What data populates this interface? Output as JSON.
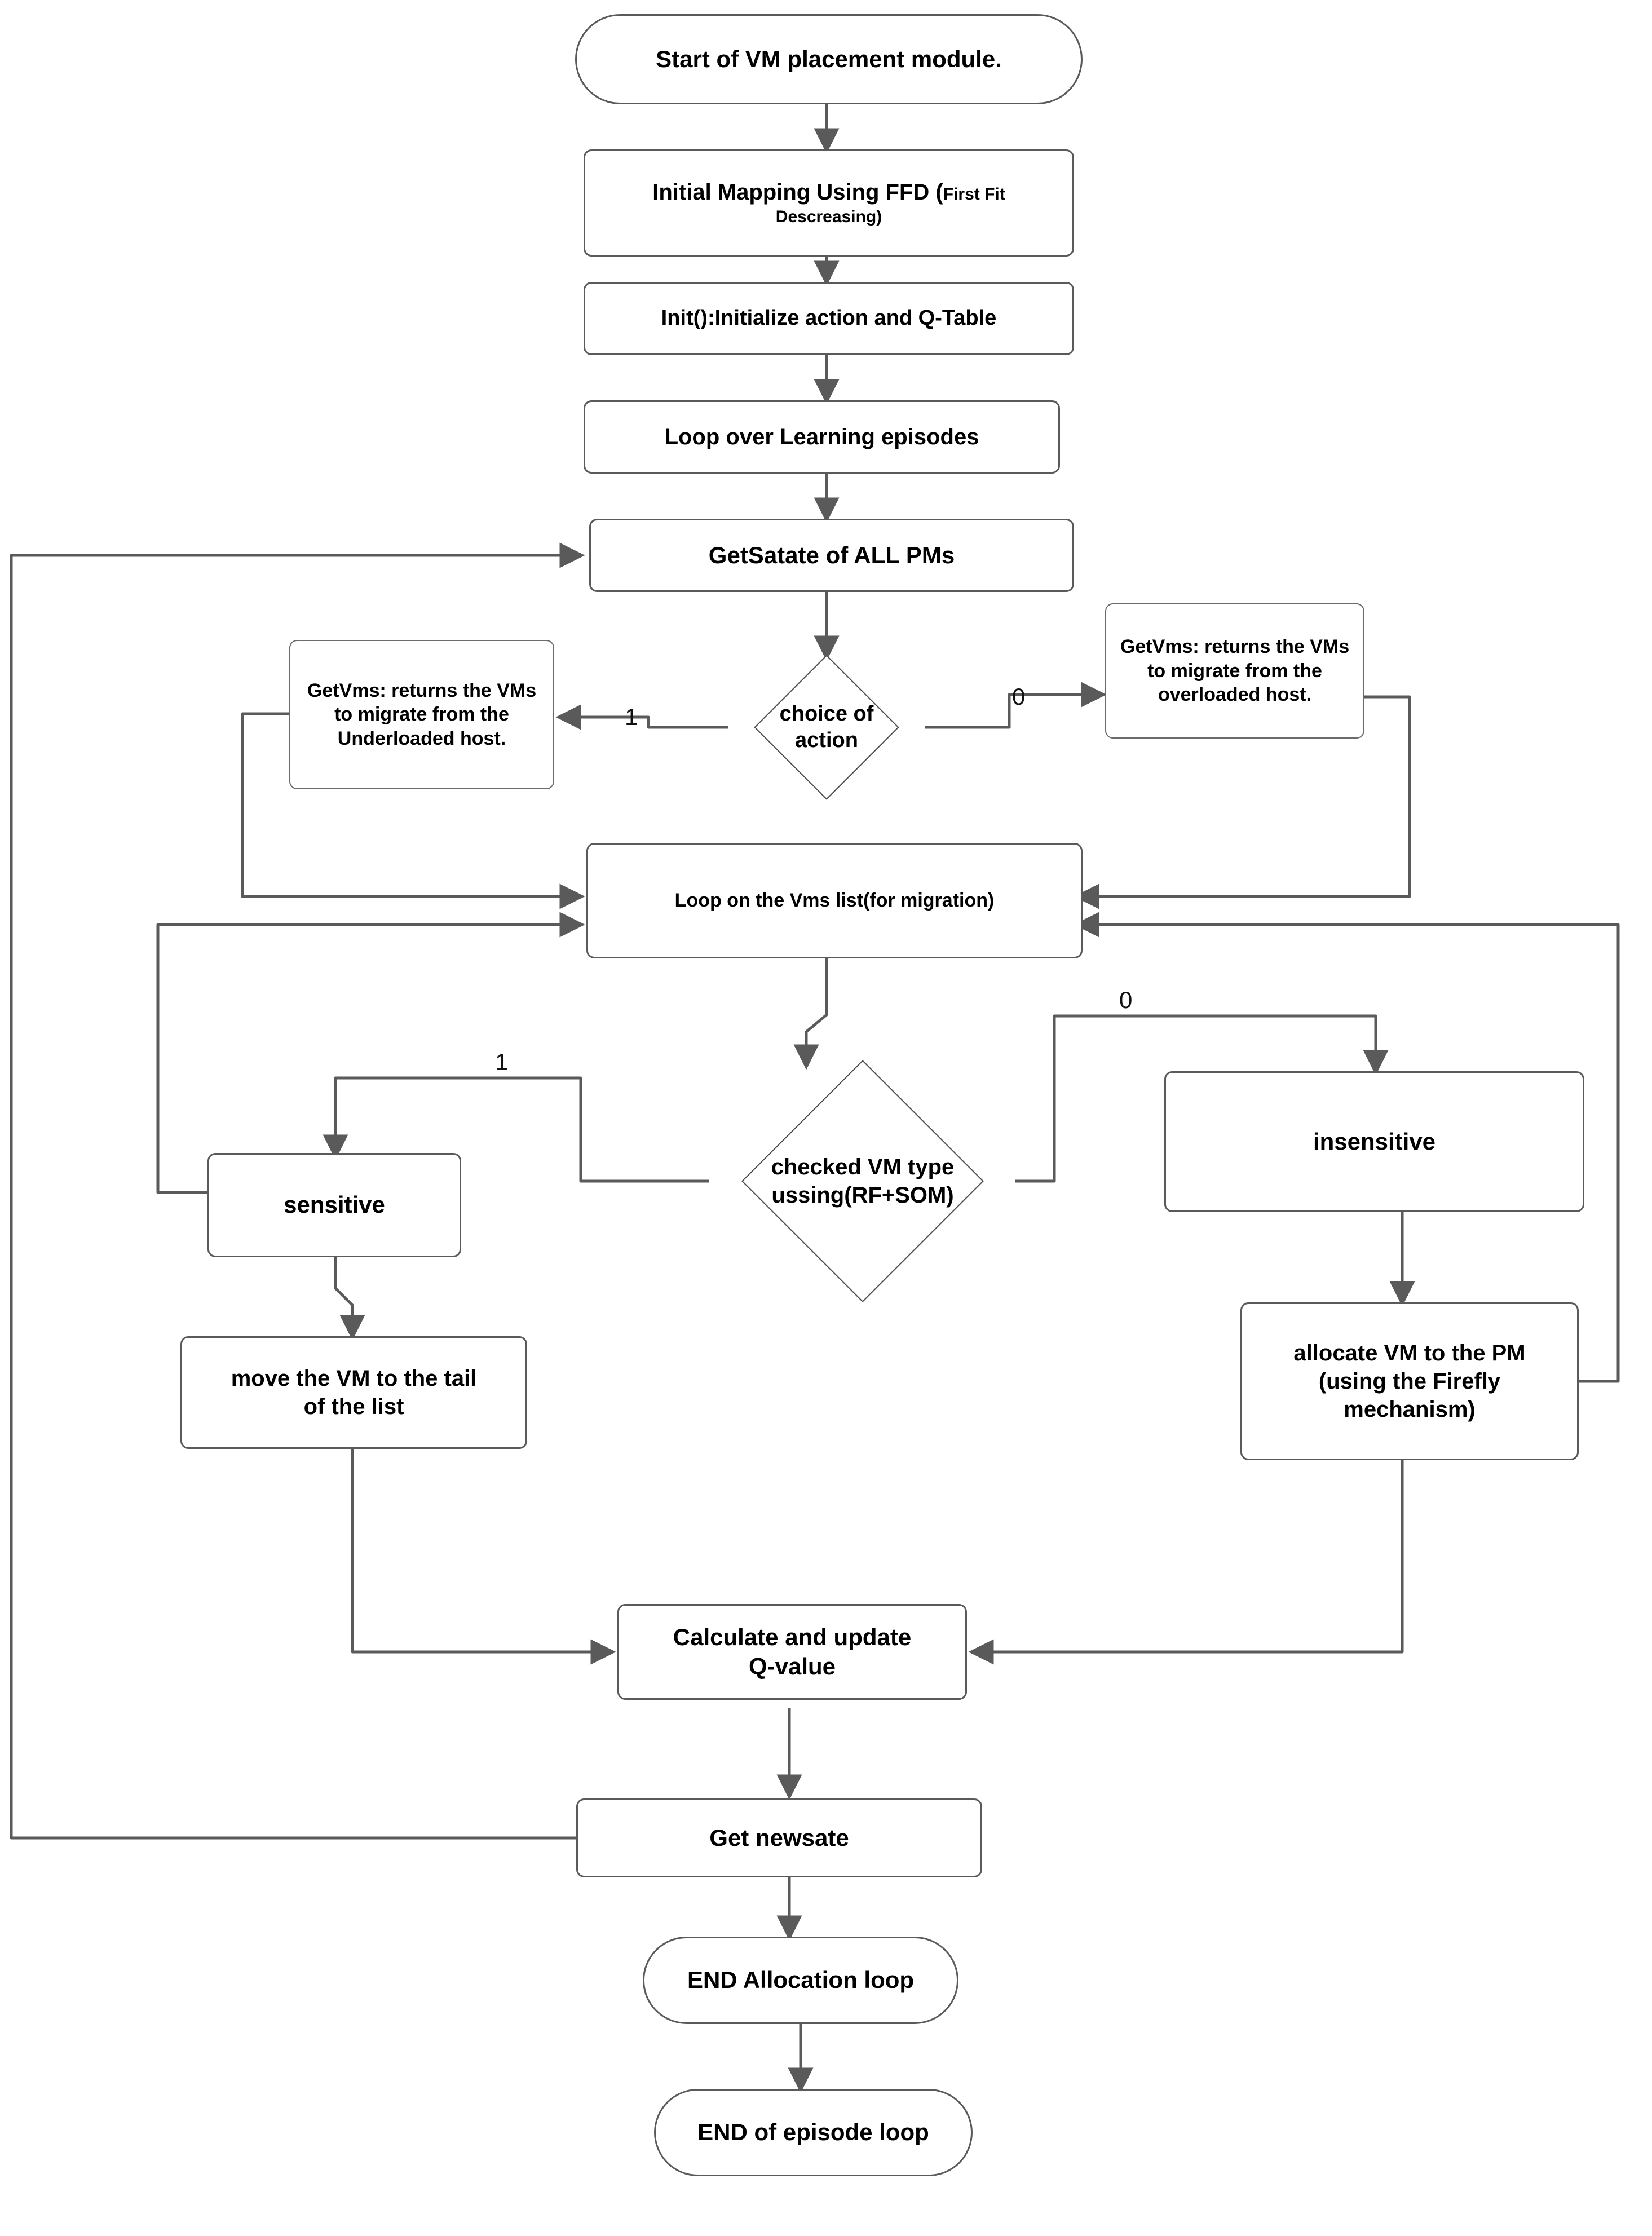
{
  "diagram": {
    "title": "VM placement module flowchart",
    "colors": {
      "node_border": "#5a5a5a",
      "node_fill": "#ffffff",
      "edge_stroke": "#5a5a5a",
      "text": "#000000",
      "background": "#ffffff"
    },
    "nodes": [
      {
        "id": "start",
        "shape": "terminator",
        "label": "Start of VM placement module."
      },
      {
        "id": "ffd",
        "shape": "process",
        "label_main": "Initial Mapping Using FFD (",
        "label_sub": "First Fit",
        "label_sub2": "Descreasing)"
      },
      {
        "id": "init",
        "shape": "process",
        "label": "Init():Initialize action and Q-Table"
      },
      {
        "id": "loop_ep",
        "shape": "process",
        "label": "Loop over Learning episodes"
      },
      {
        "id": "getstate",
        "shape": "process",
        "label": "GetSatate of ALL PMs"
      },
      {
        "id": "choice",
        "shape": "decision",
        "label_line1": "choice of",
        "label_line2": "action"
      },
      {
        "id": "getvms_under",
        "shape": "process",
        "label": "GetVms: returns the VMs to migrate from the Underloaded host."
      },
      {
        "id": "getvms_over",
        "shape": "process",
        "label": "GetVms: returns the VMs to migrate from the overloaded host."
      },
      {
        "id": "loop_vms",
        "shape": "process",
        "label": "Loop on the Vms list(for migration)"
      },
      {
        "id": "check_type",
        "shape": "decision",
        "label_line1": "checked VM type",
        "label_line2": "ussing(RF+SOM)"
      },
      {
        "id": "sensitive",
        "shape": "process",
        "label": "sensitive"
      },
      {
        "id": "insensitive",
        "shape": "process",
        "label": "insensitive"
      },
      {
        "id": "move_tail",
        "shape": "process",
        "label_line1": "move the VM to the tail",
        "label_line2": "of the list"
      },
      {
        "id": "allocate",
        "shape": "process",
        "label_line1": "allocate VM to the  PM",
        "label_line2": "(using the Firefly",
        "label_line3": "mechanism)"
      },
      {
        "id": "qvalue",
        "shape": "process",
        "label_line1": "Calculate and update",
        "label_line2": "Q-value"
      },
      {
        "id": "newstate",
        "shape": "process",
        "label": "Get newsate"
      },
      {
        "id": "end_alloc",
        "shape": "terminator",
        "label": "END Allocation loop"
      },
      {
        "id": "end_episode",
        "shape": "terminator",
        "label": "END of episode loop"
      }
    ],
    "edge_labels": {
      "choice_one": "1",
      "choice_zero": "0",
      "type_one": "1",
      "type_zero": "0"
    },
    "edges": [
      {
        "from": "start",
        "to": "ffd",
        "label": ""
      },
      {
        "from": "ffd",
        "to": "init",
        "label": ""
      },
      {
        "from": "init",
        "to": "loop_ep",
        "label": ""
      },
      {
        "from": "loop_ep",
        "to": "getstate",
        "label": ""
      },
      {
        "from": "getstate",
        "to": "choice",
        "label": ""
      },
      {
        "from": "choice",
        "to": "getvms_under",
        "label": "1"
      },
      {
        "from": "choice",
        "to": "getvms_over",
        "label": "0"
      },
      {
        "from": "getvms_under",
        "to": "loop_vms",
        "label": ""
      },
      {
        "from": "getvms_over",
        "to": "loop_vms",
        "label": ""
      },
      {
        "from": "loop_vms",
        "to": "check_type",
        "label": ""
      },
      {
        "from": "check_type",
        "to": "sensitive",
        "label": "1"
      },
      {
        "from": "check_type",
        "to": "insensitive",
        "label": "0"
      },
      {
        "from": "sensitive",
        "to": "loop_vms",
        "label": ""
      },
      {
        "from": "sensitive",
        "to": "move_tail",
        "label": ""
      },
      {
        "from": "insensitive",
        "to": "allocate",
        "label": ""
      },
      {
        "from": "allocate",
        "to": "loop_vms",
        "label": ""
      },
      {
        "from": "move_tail",
        "to": "qvalue",
        "label": ""
      },
      {
        "from": "allocate",
        "to": "qvalue",
        "label": ""
      },
      {
        "from": "qvalue",
        "to": "newstate",
        "label": ""
      },
      {
        "from": "newstate",
        "to": "getstate",
        "label": ""
      },
      {
        "from": "newstate",
        "to": "end_alloc",
        "label": ""
      },
      {
        "from": "end_alloc",
        "to": "end_episode",
        "label": ""
      }
    ]
  }
}
